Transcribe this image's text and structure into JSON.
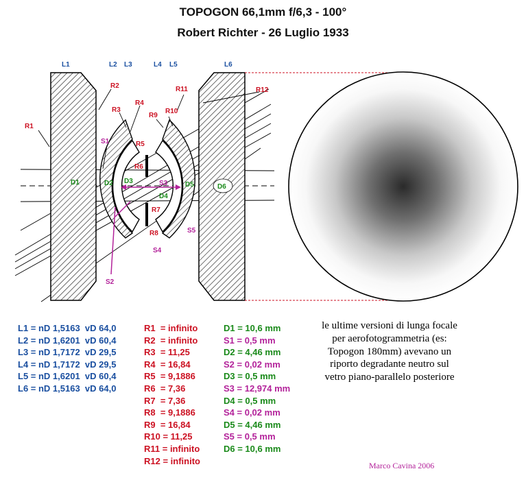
{
  "title": "TOPOGON 66,1mm f/6,3 - 100°",
  "subtitle": "Robert Richter - 26 Luglio 1933",
  "colors": {
    "glass": "#1a4fa0",
    "radius": "#cc1122",
    "distance": "#1a8a1a",
    "spacing": "#b3229a",
    "rule": "#cc1122"
  },
  "diagram": {
    "lens_labels": [
      "L1",
      "L2",
      "L3",
      "L4",
      "L5",
      "L6"
    ],
    "radius_labels": [
      "R1",
      "R2",
      "R3",
      "R4",
      "R5",
      "R6",
      "R7",
      "R8",
      "R9",
      "R10",
      "R11",
      "R12"
    ],
    "spacing_labels": [
      "S1",
      "S2",
      "S3",
      "S4",
      "S5"
    ],
    "distance_labels": [
      "D1",
      "D2",
      "D3",
      "D4",
      "D5",
      "D6"
    ]
  },
  "tables": {
    "glasses": [
      "L1 = nD 1,5163  vD 64,0",
      "L2 = nD 1,6201  vD 60,4",
      "L3 = nD 1,7172  vD 29,5",
      "L4 = nD 1,7172  vD 29,5",
      "L5 = nD 1,6201  vD 60,4",
      "L6 = nD 1,5163  vD 64,0"
    ],
    "radii": [
      "R1  = infinito",
      "R2  = infinito",
      "R3  = 11,25",
      "R4  = 16,84",
      "R5  = 9,1886",
      "R6  = 7,36",
      "R7  = 7,36",
      "R8  = 9,1886",
      "R9  = 16,84",
      "R10 = 11,25",
      "R11 = infinito",
      "R12 = infinito"
    ],
    "distances": [
      {
        "kind": "D",
        "text": "D1 = 10,6 mm"
      },
      {
        "kind": "S",
        "text": "S1 = 0,5 mm"
      },
      {
        "kind": "D",
        "text": "D2 = 4,46 mm"
      },
      {
        "kind": "S",
        "text": "S2 = 0,02 mm"
      },
      {
        "kind": "D",
        "text": "D3 = 0,5 mm"
      },
      {
        "kind": "S",
        "text": "S3 = 12,974 mm"
      },
      {
        "kind": "D",
        "text": "D4 = 0,5 mm"
      },
      {
        "kind": "S",
        "text": "S4 = 0,02 mm"
      },
      {
        "kind": "D",
        "text": "D5 = 4,46 mm"
      },
      {
        "kind": "S",
        "text": "S5 = 0,5 mm"
      },
      {
        "kind": "D",
        "text": "D6 = 10,6 mm"
      }
    ]
  },
  "note": "le ultime versioni di lunga focale per aerofotogrammetria (es: Topogon 180mm) avevano un riporto degradante neutro sul vetro piano-parallelo posteriore",
  "signature": "Marco Cavina 2006"
}
